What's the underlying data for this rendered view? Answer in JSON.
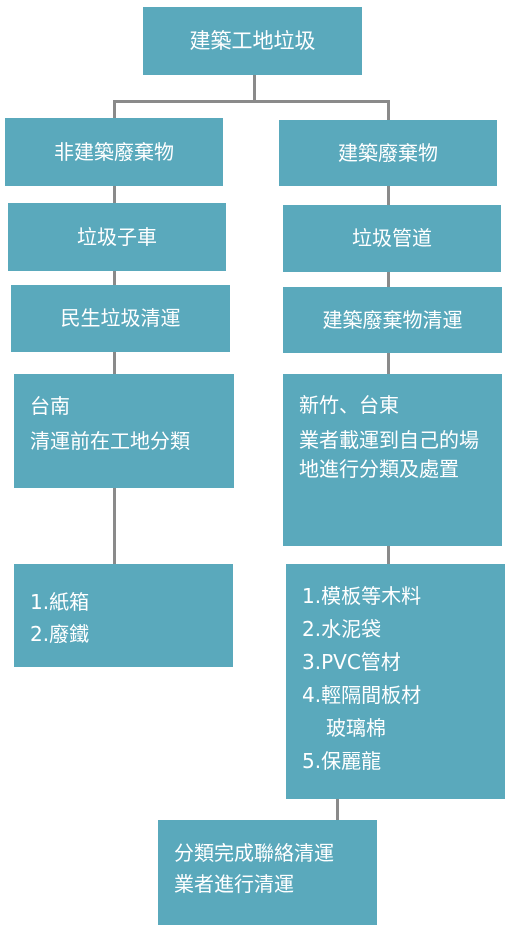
{
  "root": "建築工地垃圾",
  "left_branch": {
    "title": "非建築廢棄物",
    "step1": "垃圾子車",
    "step2": "民生垃圾清運",
    "region": "台南",
    "region_note": "清運前在工地分類",
    "items": [
      "1.紙箱",
      "2.廢鐵"
    ]
  },
  "right_branch": {
    "title": "建築廢棄物",
    "step1": "垃圾管道",
    "step2": "建築廢棄物清運",
    "region": "新竹、台東",
    "region_note": "業者載運到自己的場地進行分類及處置",
    "items": [
      "1.模板等木料",
      "2.水泥袋",
      "3.PVC管材",
      "4.輕隔間板材",
      "玻璃棉",
      "5.保麗龍"
    ]
  },
  "final": {
    "line1": "分類完成聯絡清運",
    "line2": "業者進行清運"
  },
  "colors": {
    "box": "#5aa9bc",
    "connector": "#8a8a8a",
    "text": "#ffffff"
  }
}
